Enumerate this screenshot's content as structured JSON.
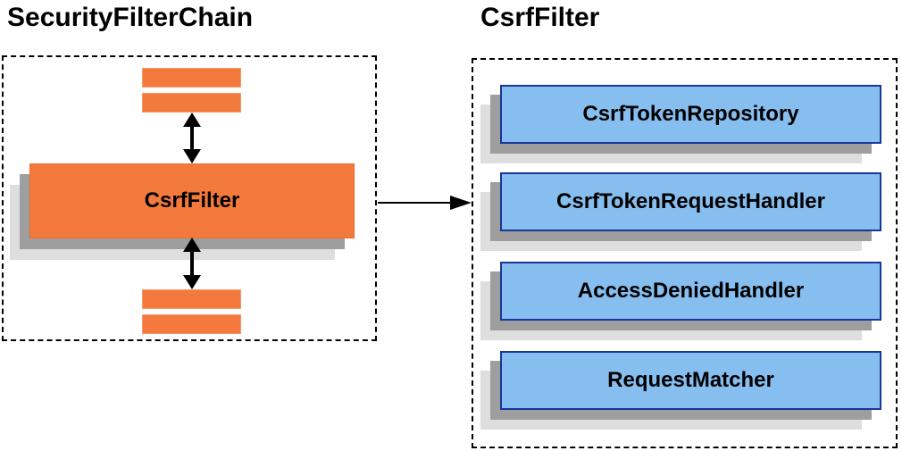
{
  "left_panel": {
    "title": "SecurityFilterChain",
    "filter_label": "CsrfFilter"
  },
  "right_panel": {
    "title": "CsrfFilter",
    "components": [
      {
        "label": "CsrfTokenRepository"
      },
      {
        "label": "CsrfTokenRequestHandler"
      },
      {
        "label": "AccessDeniedHandler"
      },
      {
        "label": "RequestMatcher"
      }
    ]
  },
  "icons": {
    "vertical_connectors": "double-headed-arrow",
    "horizontal_connector": "right-arrow"
  },
  "colors": {
    "orange_fill": "#f4793c",
    "orange_border": "#ed6a33",
    "blue_fill": "#87bef0",
    "blue_border": "#1b3598",
    "shadow_dark": "#9e9e9e",
    "shadow_light": "#dedede",
    "dashed_border": "#000000",
    "text": "#000000",
    "background": "#ffffff"
  }
}
